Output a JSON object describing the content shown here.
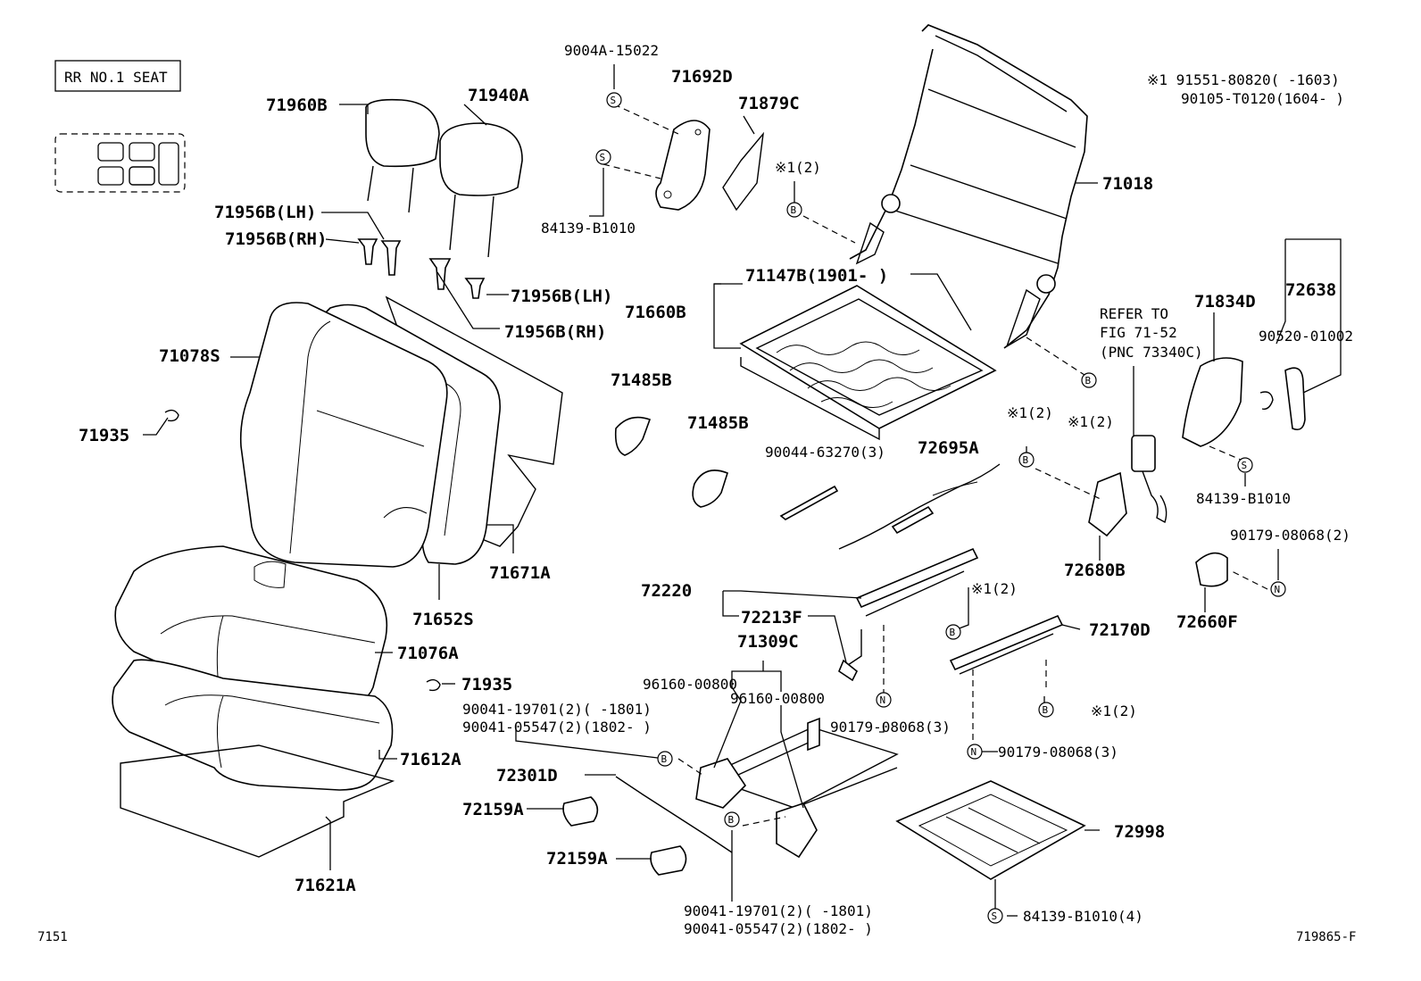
{
  "labels": {
    "rr_no1_seat": "RR NO.1 SEAT",
    "p9004a_15022": "9004A-15022",
    "p71692d": "71692D",
    "p71879c": "71879C",
    "p84139_b1010_top": "84139-B1010",
    "note1_a": "※1 91551-80820(      -1603)",
    "note1_b": "90105-T0120(1604-      )",
    "p71018": "71018",
    "p71960b": "71960B",
    "p71940a": "71940A",
    "p71956b_lh_1": "71956B(LH)",
    "p71956b_rh_1": "71956B(RH)",
    "p71956b_lh_2": "71956B(LH)",
    "p71956b_rh_2": "71956B(RH)",
    "ref1_2_a": "※1(2)",
    "p71147b": "71147B(1901-      )",
    "p71660b": "71660B",
    "p71078s": "71078S",
    "p71935_a": "71935",
    "p71485b_a": "71485B",
    "p71485b_b": "71485B",
    "p90044_63270": "90044-63270(3)",
    "p72695a": "72695A",
    "ref1_2_b": "※1(2)",
    "ref1_2_c": "※1(2)",
    "refer_to_1": "REFER TO",
    "refer_to_2": "FIG 71-52",
    "refer_to_3": "(PNC 73340C)",
    "p71834d": "71834D",
    "p72638": "72638",
    "p90520_01002": "90520-01002",
    "p84139_b1010_right": "84139-B1010",
    "p72680b": "72680B",
    "p90179_08068_2": "90179-08068(2)",
    "p72660f": "72660F",
    "p71671a": "71671A",
    "p71652s": "71652S",
    "p72220": "72220",
    "p72213f": "72213F",
    "ref1_2_d": "※1(2)",
    "p72170d": "72170D",
    "p71076a": "71076A",
    "p71935_b": "71935",
    "p71309c": "71309C",
    "p96160_00800_a": "96160-00800",
    "p96160_00800_b": "96160-00800",
    "p90041_19701_a": "90041-19701(2)(      -1801)",
    "p90041_05547_a": "90041-05547(2)(1802-      )",
    "p90179_08068_3a": "90179-08068(3)",
    "ref1_2_e": "※1(2)",
    "p90179_08068_3b": "90179-08068(3)",
    "p71612a": "71612A",
    "p72301d": "72301D",
    "p72159a_a": "72159A",
    "p72159a_b": "72159A",
    "p72998": "72998",
    "p71621a": "71621A",
    "p90041_19701_b": "90041-19701(2)(      -1801)",
    "p90041_05547_b": "90041-05547(2)(1802-      )",
    "p84139_b1010_4": "84139-B1010(4)",
    "fig_no": "7151",
    "drawing_no": "719865-F"
  },
  "markers": {
    "s": "S",
    "b": "B",
    "n": "N"
  }
}
